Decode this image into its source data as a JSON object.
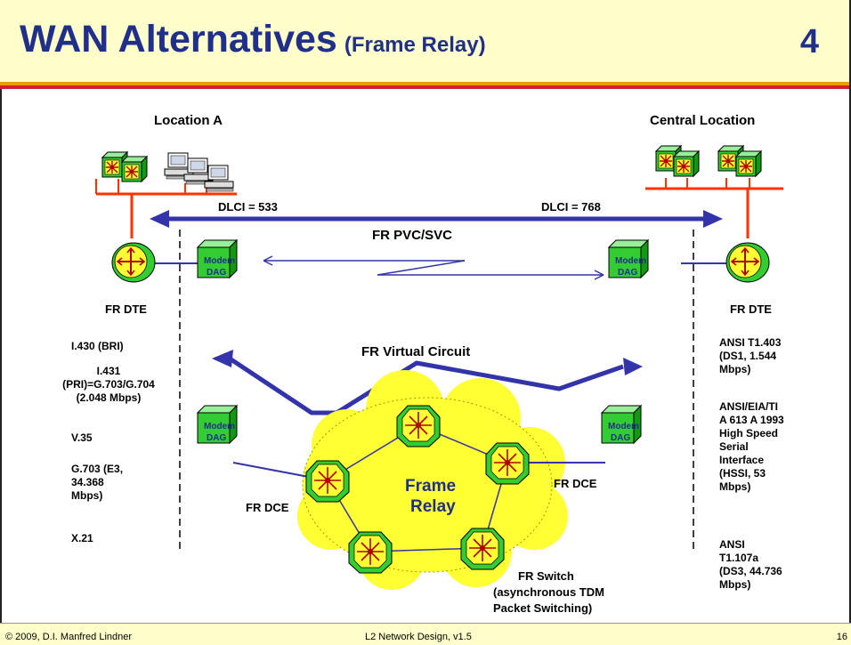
{
  "header": {
    "title": "WAN Alternatives",
    "subtitle": "(Frame Relay)",
    "page_number": "4"
  },
  "footer": {
    "copyright": "© 2009, D.I. Manfred Lindner",
    "course": "L2 Network Design, v1.5",
    "slide": "16"
  },
  "diagram": {
    "location_a": "Location A",
    "central_location": "Central Location",
    "dlci_left": "DLCI = 533",
    "dlci_right": "DLCI = 768",
    "pvc_label": "FR PVC/SVC",
    "dte_left": "FR DTE",
    "dte_right": "FR DTE",
    "virtual_circuit": "FR Virtual Circuit",
    "modem_text": "Modem",
    "dag_text": "DAG",
    "cloud_line1": "Frame",
    "cloud_line2": "Relay",
    "dce_left": "FR DCE",
    "dce_right": "FR DCE",
    "switch_caption": [
      "FR Switch",
      "(asynchronous TDM",
      "Packet Switching)"
    ],
    "left_interfaces": [
      [
        "I.430 (BRI)"
      ],
      [
        "I.431",
        "(PRI)=G.703/G.704",
        "(2.048 Mbps)"
      ],
      [
        "V.35"
      ],
      [
        "G.703 (E3,",
        "34.368",
        "Mbps)"
      ],
      [
        "X.21"
      ]
    ],
    "right_interfaces": [
      [
        "ANSI T1.403",
        "(DS1, 1.544",
        "Mbps)"
      ],
      [
        "ANSI/EIA/TI",
        "A 613 A 1993",
        "High Speed",
        "Serial",
        "Interface",
        "(HSSI, 53",
        "Mbps)"
      ],
      [
        "ANSI",
        "T1.107a",
        "(DS3, 44.736",
        "Mbps)"
      ]
    ]
  },
  "colors": {
    "title": "#1f2f8a",
    "link_blue": "#3333aa",
    "lan_red": "#ff3300",
    "cloud": "#ffff33",
    "node_green": "#33cc33"
  }
}
